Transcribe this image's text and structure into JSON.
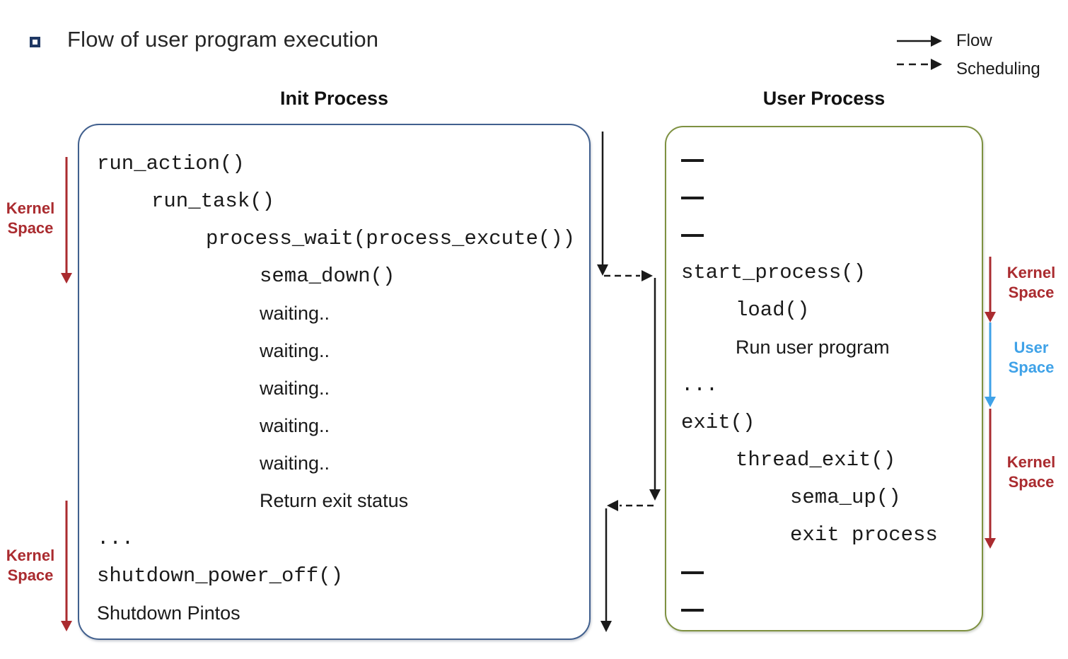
{
  "title": {
    "text": "Flow of user program execution"
  },
  "legend": {
    "flow_label": "Flow",
    "scheduling_label": "Scheduling"
  },
  "init_process": {
    "title": "Init Process",
    "lines": [
      {
        "text": "run_action()",
        "indent": 0,
        "style": "mono"
      },
      {
        "text": "run_task()",
        "indent": 1,
        "style": "mono"
      },
      {
        "text": "process_wait(process_excute())",
        "indent": 2,
        "style": "mono"
      },
      {
        "text": "sema_down()",
        "indent": 3,
        "style": "mono"
      },
      {
        "text": "waiting..",
        "indent": 3,
        "style": "sans"
      },
      {
        "text": "waiting..",
        "indent": 3,
        "style": "sans"
      },
      {
        "text": "waiting..",
        "indent": 3,
        "style": "sans"
      },
      {
        "text": "waiting..",
        "indent": 3,
        "style": "sans"
      },
      {
        "text": "waiting..",
        "indent": 3,
        "style": "sans"
      },
      {
        "text": "Return exit status",
        "indent": 3,
        "style": "sans"
      },
      {
        "text": "...",
        "indent": 0,
        "style": "mono"
      },
      {
        "text": "shutdown_power_off()",
        "indent": 0,
        "style": "mono"
      },
      {
        "text": "Shutdown Pintos",
        "indent": 0,
        "style": "sans"
      }
    ]
  },
  "user_process": {
    "title": "User Process",
    "lines": [
      {
        "type": "dash",
        "indent": 0
      },
      {
        "type": "dash",
        "indent": 0
      },
      {
        "type": "dash",
        "indent": 0
      },
      {
        "text": "start_process()",
        "indent": 0,
        "style": "mono"
      },
      {
        "text": "load()",
        "indent": 1,
        "style": "mono"
      },
      {
        "text": "Run user program",
        "indent": 1,
        "style": "sans"
      },
      {
        "text": "...",
        "indent": 0,
        "style": "mono"
      },
      {
        "text": "exit()",
        "indent": 0,
        "style": "mono"
      },
      {
        "text": "thread_exit()",
        "indent": 1,
        "style": "mono"
      },
      {
        "text": "sema_up()",
        "indent": 2,
        "style": "mono"
      },
      {
        "text": "exit process",
        "indent": 2,
        "style": "mono"
      },
      {
        "type": "dash",
        "indent": 0
      },
      {
        "type": "dash",
        "indent": 0
      }
    ]
  },
  "spaces": {
    "left": [
      {
        "label": "Kernel Space",
        "color": "red"
      },
      {
        "label": "Kernel Space",
        "color": "red"
      }
    ],
    "right": [
      {
        "label": "Kernel Space",
        "color": "red"
      },
      {
        "label": "User Space",
        "color": "blue"
      },
      {
        "label": "Kernel Space",
        "color": "red"
      }
    ]
  },
  "colors": {
    "kernel_red": "#AA2B2F",
    "user_blue": "#3FA2E8",
    "init_border": "#41608E",
    "user_border": "#7E9141",
    "bullet_navy": "#1F3864",
    "flow_black": "#1a1a1a"
  }
}
